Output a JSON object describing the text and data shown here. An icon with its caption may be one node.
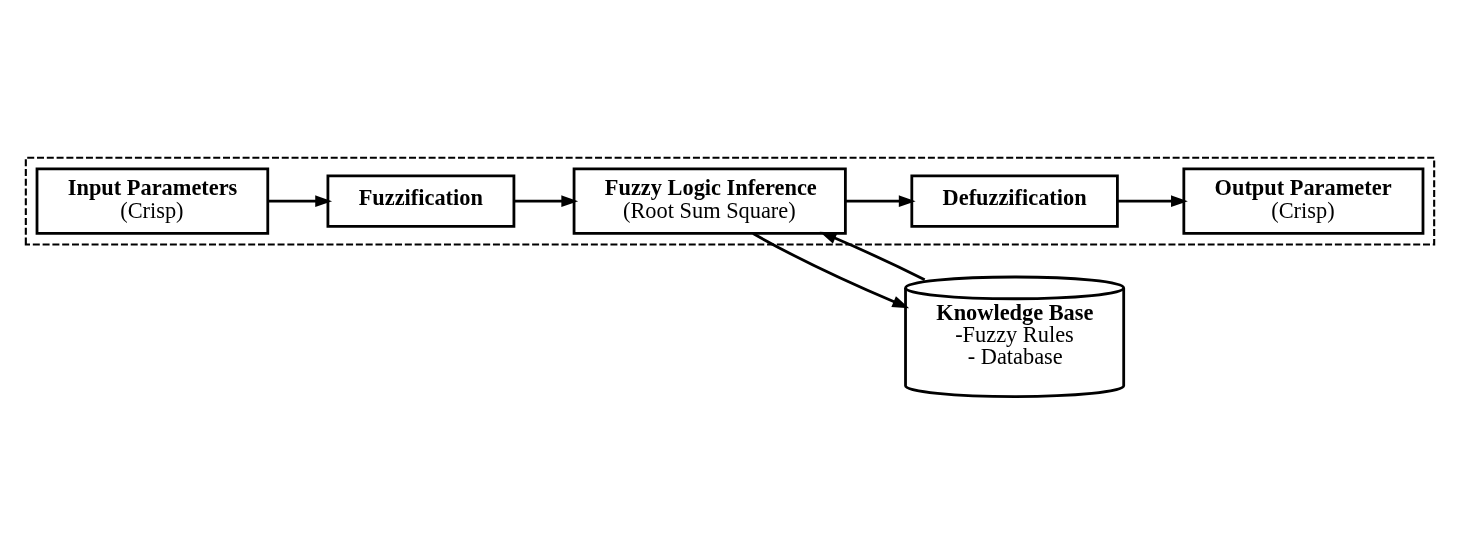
{
  "diagram": {
    "nodes": [
      {
        "text": [
          "Knowledge Base",
          "-Fuzzy Rules",
          "- Database"
        ]
      },
      {
        "text": [],
        "shape": "box"
      },
      {
        "text": [
          "Fuzzification"
        ],
        "in": 1
      },
      {
        "text": [
          "Input Parameters",
          "(Crisp)"
        ],
        "in": 1
      },
      {
        "text": [
          "Fuzzy Logic Inference",
          "(Root Sum Square)"
        ],
        "in": 1
      },
      {
        "text": [
          "Defuzzification"
        ],
        "in": 1
      },
      {
        "text": [
          "Output Parameter",
          "(Crisp)"
        ],
        "in": 1
      }
    ],
    "edges": [
      {
        "from": 3,
        "to": 2,
        "arrow": "to"
      },
      {
        "from": 2,
        "to": 4,
        "arrow": "to"
      },
      {
        "from": 4,
        "to": 0,
        "arrow": "to"
      },
      {
        "from": 0,
        "to": 4,
        "arrow": "to"
      },
      {
        "from": 4,
        "to": 5,
        "arrow": "to"
      },
      {
        "from": 5,
        "to": 6,
        "arrow": "to"
      }
    ]
  }
}
